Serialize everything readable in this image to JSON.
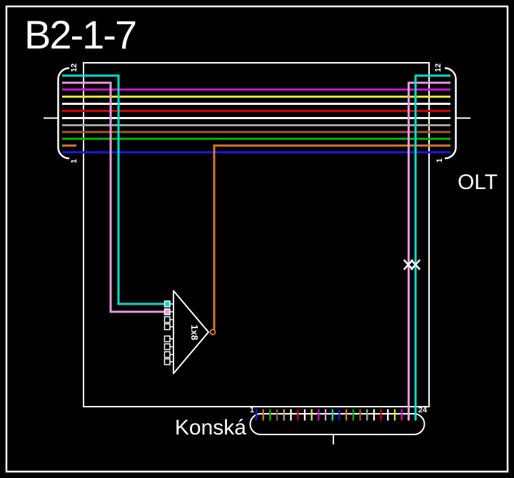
{
  "title": "B2-1-7",
  "colors": {
    "background": "#000000",
    "stroke": "#FFFFFF"
  },
  "marks": {
    "fiber_break_symbol": "××",
    "break_count": 2
  },
  "olt": {
    "label": "OLT",
    "left_connector": {
      "top_port": "12",
      "bottom_port": "1"
    },
    "right_connector": {
      "top_port": "12",
      "bottom_port": "1"
    },
    "fibers": [
      {
        "port": 1,
        "color": "blue",
        "hex": "#1818DC"
      },
      {
        "port": 2,
        "color": "orange",
        "hex": "#D8782A"
      },
      {
        "port": 3,
        "color": "green",
        "hex": "#00B400"
      },
      {
        "port": 4,
        "color": "brown",
        "hex": "#9A5A2C"
      },
      {
        "port": 5,
        "color": "slate",
        "hex": "#A4A4A4"
      },
      {
        "port": 6,
        "color": "white",
        "hex": "#FFFFFF"
      },
      {
        "port": 7,
        "color": "red",
        "hex": "#D00000"
      },
      {
        "port": 8,
        "color": "white",
        "hex": "#FFFFFF"
      },
      {
        "port": 9,
        "color": "yellow",
        "hex": "#E6E62E"
      },
      {
        "port": 10,
        "color": "violet",
        "hex": "#CC10CC"
      },
      {
        "port": 11,
        "color": "rose",
        "hex": "#E79BE0"
      },
      {
        "port": 12,
        "color": "aqua",
        "hex": "#00E0D0"
      }
    ]
  },
  "splitter": {
    "label": "1x8",
    "inputs": 8,
    "connected": [
      {
        "input": 1,
        "hex": "#00E0D0"
      },
      {
        "input": 2,
        "hex": "#E79BE0"
      }
    ],
    "output_hex": "#D8782A"
  },
  "konska": {
    "label": "Konská",
    "first_port": "1",
    "last_port": "24",
    "ticks": [
      {
        "port": 1,
        "color": "blue",
        "hex": "#1818DC"
      },
      {
        "port": 2,
        "color": "orange",
        "hex": "#D8782A"
      },
      {
        "port": 3,
        "color": "green",
        "hex": "#00B400"
      },
      {
        "port": 4,
        "color": "brown",
        "hex": "#9A5A2C"
      },
      {
        "port": 5,
        "color": "slate",
        "hex": "#A4A4A4"
      },
      {
        "port": 6,
        "color": "white",
        "hex": "#FFFFFF"
      },
      {
        "port": 7,
        "color": "red",
        "hex": "#D00000"
      },
      {
        "port": 8,
        "color": "white",
        "hex": "#FFFFFF"
      },
      {
        "port": 9,
        "color": "yellow",
        "hex": "#E6E62E"
      },
      {
        "port": 10,
        "color": "violet",
        "hex": "#CC10CC"
      },
      {
        "port": 11,
        "color": "rose",
        "hex": "#E79BE0"
      },
      {
        "port": 12,
        "color": "aqua",
        "hex": "#00E0D0"
      },
      {
        "port": 13,
        "color": "blue",
        "hex": "#1818DC"
      },
      {
        "port": 14,
        "color": "orange",
        "hex": "#D8782A"
      },
      {
        "port": 15,
        "color": "green",
        "hex": "#00B400"
      },
      {
        "port": 16,
        "color": "brown",
        "hex": "#9A5A2C"
      },
      {
        "port": 17,
        "color": "slate",
        "hex": "#A4A4A4"
      },
      {
        "port": 18,
        "color": "white",
        "hex": "#FFFFFF"
      },
      {
        "port": 19,
        "color": "red",
        "hex": "#D00000"
      },
      {
        "port": 20,
        "color": "white",
        "hex": "#FFFFFF"
      },
      {
        "port": 21,
        "color": "yellow",
        "hex": "#E6E62E"
      },
      {
        "port": 22,
        "color": "violet",
        "hex": "#CC10CC"
      },
      {
        "port": 23,
        "color": "rose",
        "hex": "#E79BE0"
      },
      {
        "port": 24,
        "color": "aqua",
        "hex": "#00E0D0"
      }
    ]
  }
}
